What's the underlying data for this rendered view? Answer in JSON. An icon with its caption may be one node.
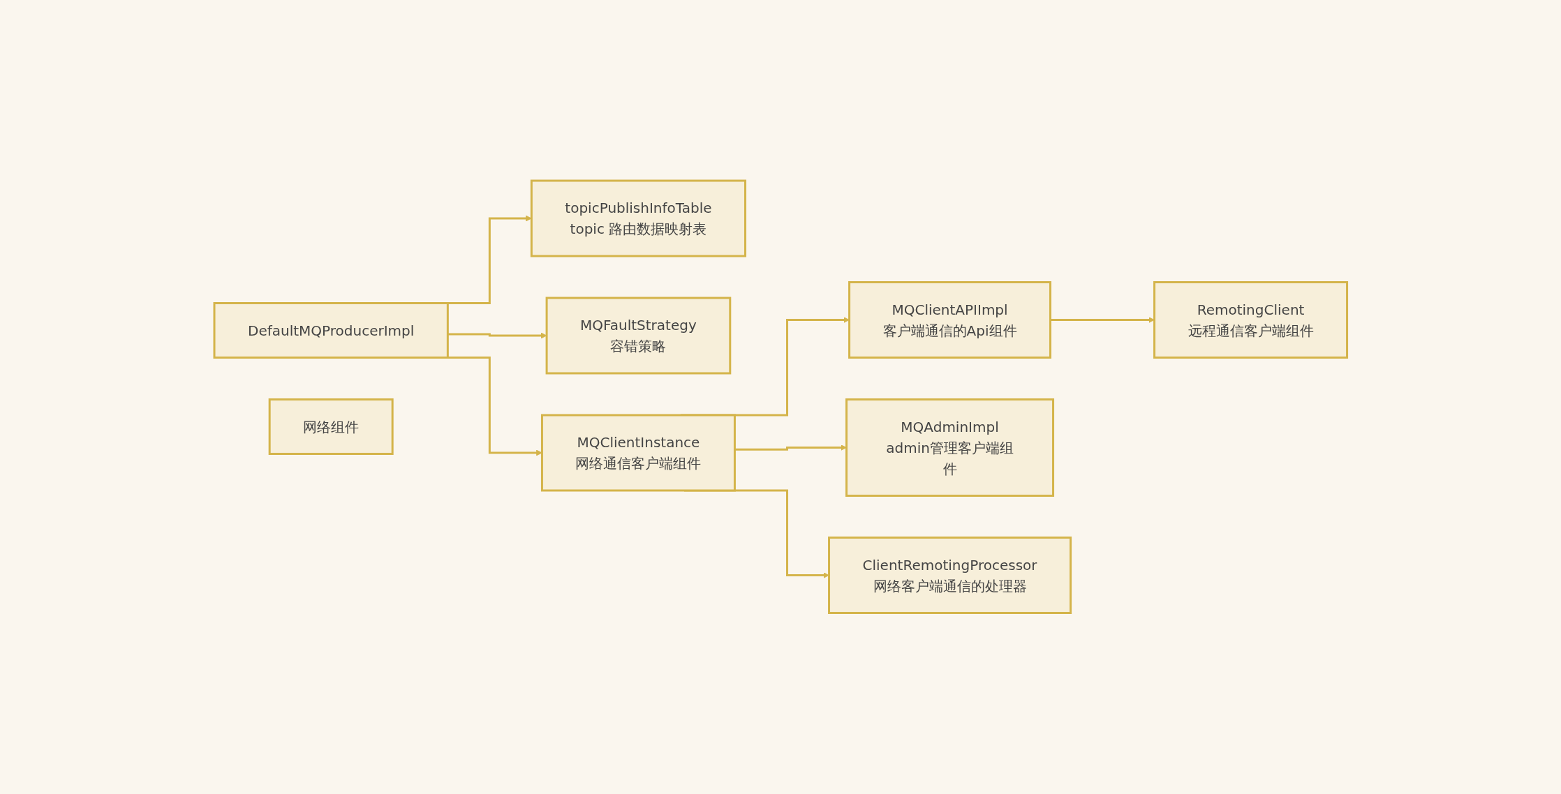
{
  "diagram": {
    "nodes": [
      {
        "text": [
          "DefaultMQProducerImpl"
        ]
      },
      {
        "text": [
          "topicPublishInfoTable",
          "topic 路由数据映射表"
        ]
      },
      {
        "text": [
          "MQFaultStrategy",
          "容错策略"
        ]
      },
      {
        "text": [
          "MQClientInstance",
          "网络通信客户端组件"
        ]
      },
      {
        "text": [
          "网络组件"
        ]
      },
      {
        "text": [
          "MQClientAPIImpl",
          "客户端通信的Api组件"
        ]
      },
      {
        "text": [
          "RemotingClient",
          "远程通信客户端组件"
        ]
      },
      {
        "text": [
          "MQAdminImpl",
          "admin管理客户端组件"
        ]
      },
      {
        "text": [
          "ClientRemotingProcessor",
          "网络客户端通信的处理器"
        ]
      }
    ],
    "edges": [
      {
        "from": 0,
        "to": 1,
        "arrow": "to"
      },
      {
        "from": 0,
        "to": 2,
        "arrow": "to"
      },
      {
        "from": 0,
        "to": 3,
        "arrow": "to"
      },
      {
        "from": 3,
        "to": 5,
        "arrow": "to"
      },
      {
        "from": 5,
        "to": 6,
        "arrow": "to"
      },
      {
        "from": 3,
        "to": 7,
        "arrow": "to"
      },
      {
        "from": 3,
        "to": 8,
        "arrow": "to"
      }
    ]
  }
}
